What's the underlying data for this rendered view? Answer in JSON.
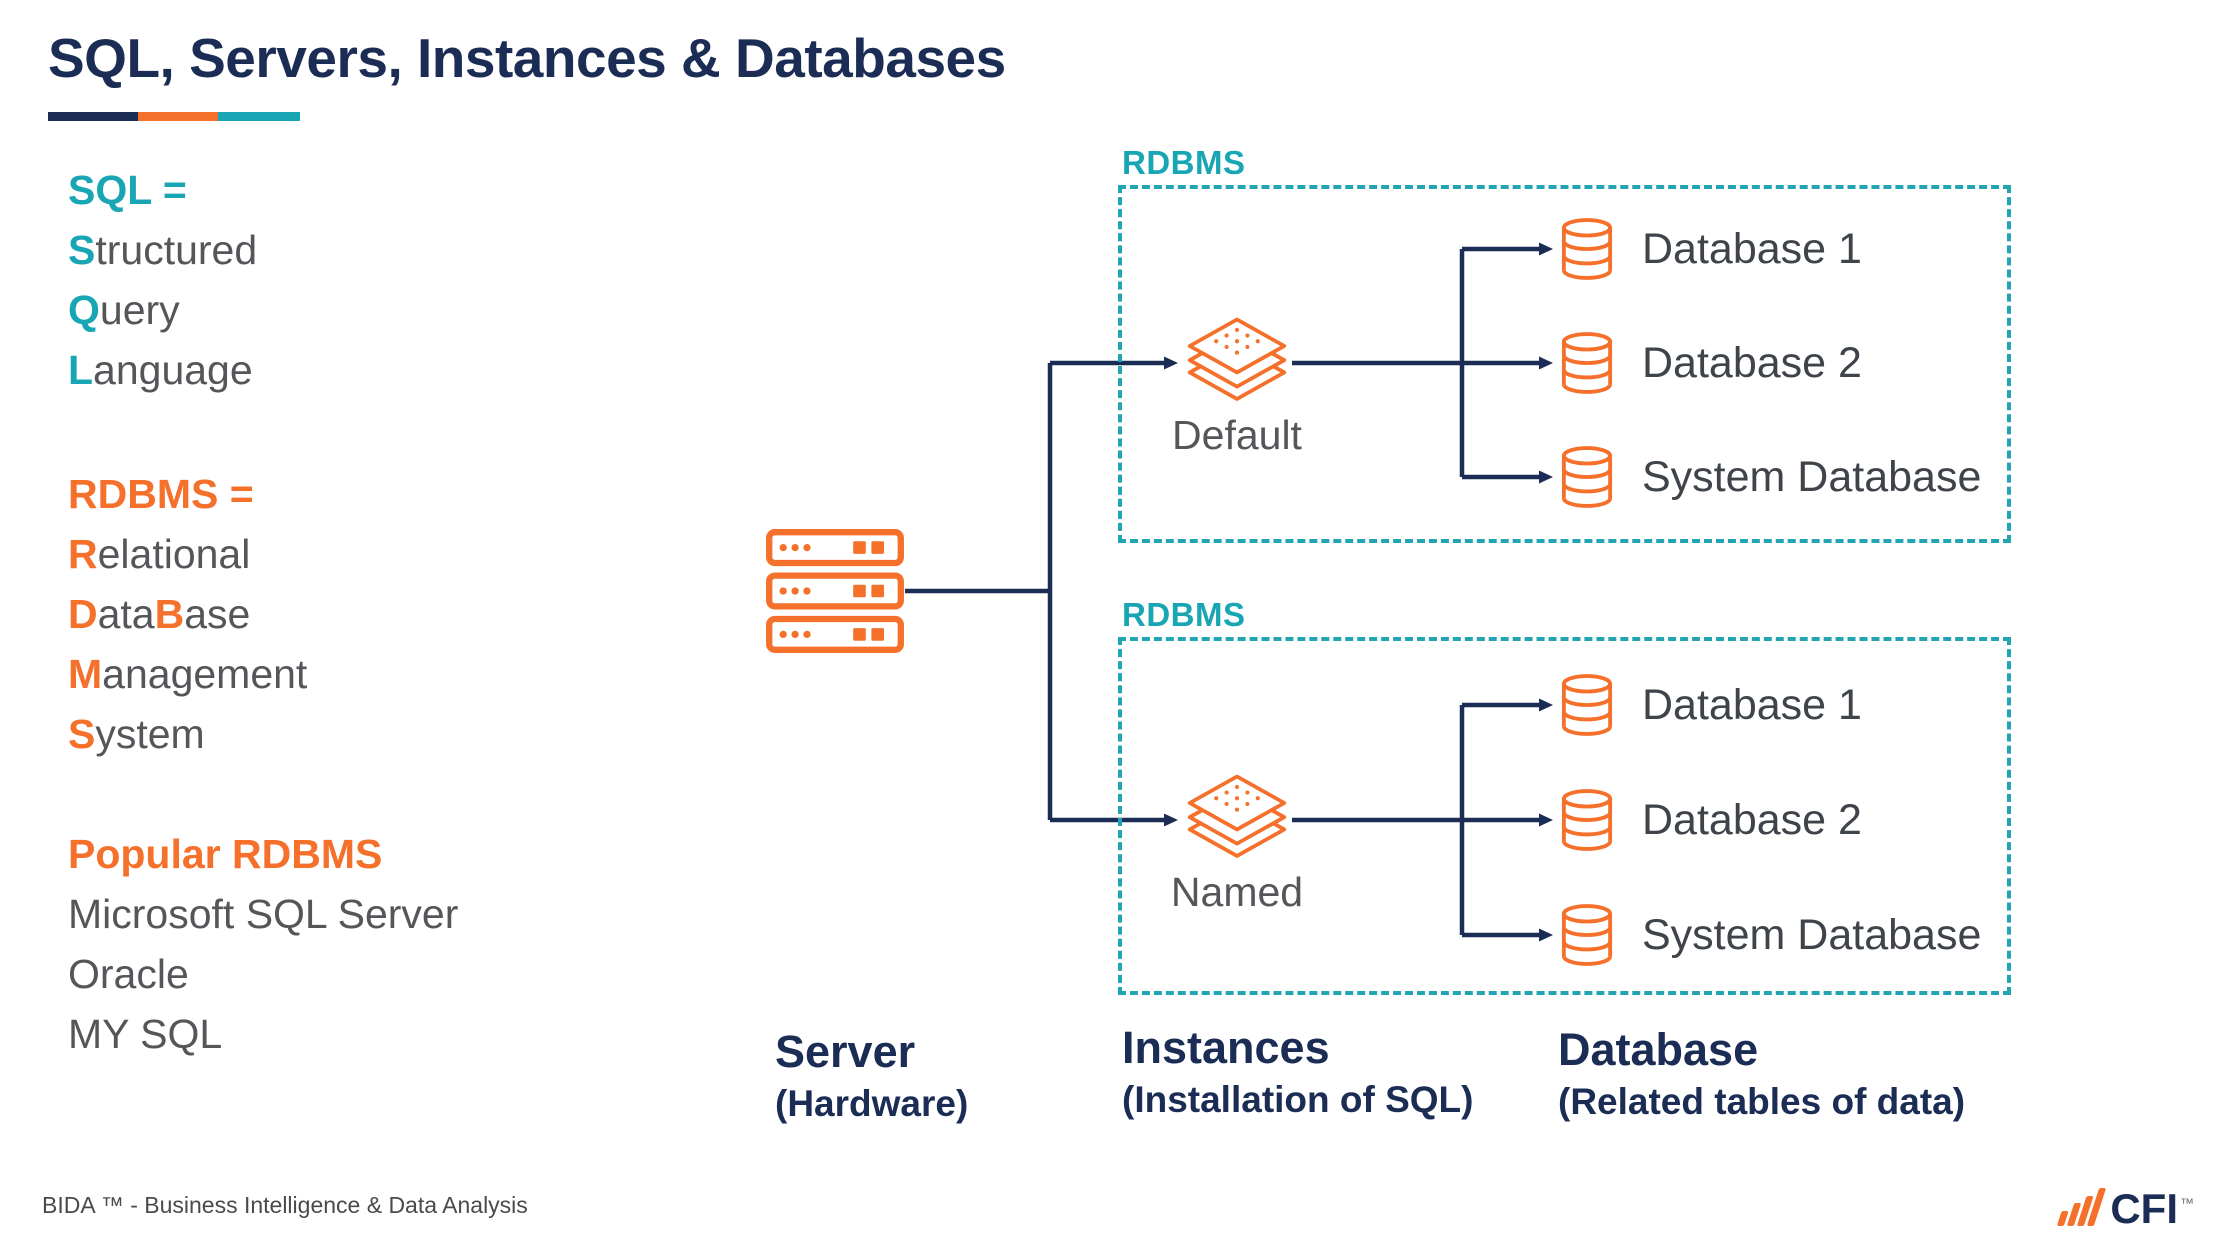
{
  "title": "SQL, Servers, Instances & Databases",
  "left_panel": {
    "sql": {
      "heading": "SQL =",
      "lines": [
        {
          "a": "S",
          "b": "tructured"
        },
        {
          "a": "Q",
          "b": "uery"
        },
        {
          "a": "L",
          "b": "anguage"
        }
      ]
    },
    "rdbms": {
      "heading": "RDBMS =",
      "lines": [
        {
          "a": "R",
          "b": "elational"
        },
        {
          "a": "D",
          "b": "ata",
          "c": "B",
          "d": "ase"
        },
        {
          "a": "M",
          "b": "anagement"
        },
        {
          "a": "S",
          "b": "ystem"
        }
      ]
    },
    "popular": {
      "heading": "Popular RDBMS",
      "items": [
        "Microsoft SQL Server",
        "Oracle",
        "MY SQL"
      ]
    }
  },
  "diagram": {
    "rdbms_label": "RDBMS",
    "instances": [
      {
        "name": "Default",
        "databases": [
          "Database 1",
          "Database 2",
          "System Database"
        ]
      },
      {
        "name": "Named",
        "databases": [
          "Database 1",
          "Database 2",
          "System Database"
        ]
      }
    ],
    "captions": {
      "server": {
        "title": "Server",
        "subtitle": "(Hardware)"
      },
      "instances": {
        "title": "Instances",
        "subtitle": "(Installation of SQL)"
      },
      "database": {
        "title": "Database",
        "subtitle": "(Related tables of data)"
      }
    },
    "icons": {
      "server": "server-rack-icon",
      "instance": "layers-stack-icon",
      "database": "database-cylinder-icon"
    }
  },
  "footer": {
    "left_text": "BIDA ™ - Business Intelligence & Data Analysis",
    "logo_text": "CFI",
    "logo_tm": "™"
  },
  "colors": {
    "navy": "#1b2c55",
    "teal": "#18a5b4",
    "teal_dashed_border": "#21a5b3",
    "orange": "#f4702b",
    "body_gray": "#55565a",
    "db_label_gray": "#3f434a",
    "footer_gray": "#4a4a4a"
  }
}
